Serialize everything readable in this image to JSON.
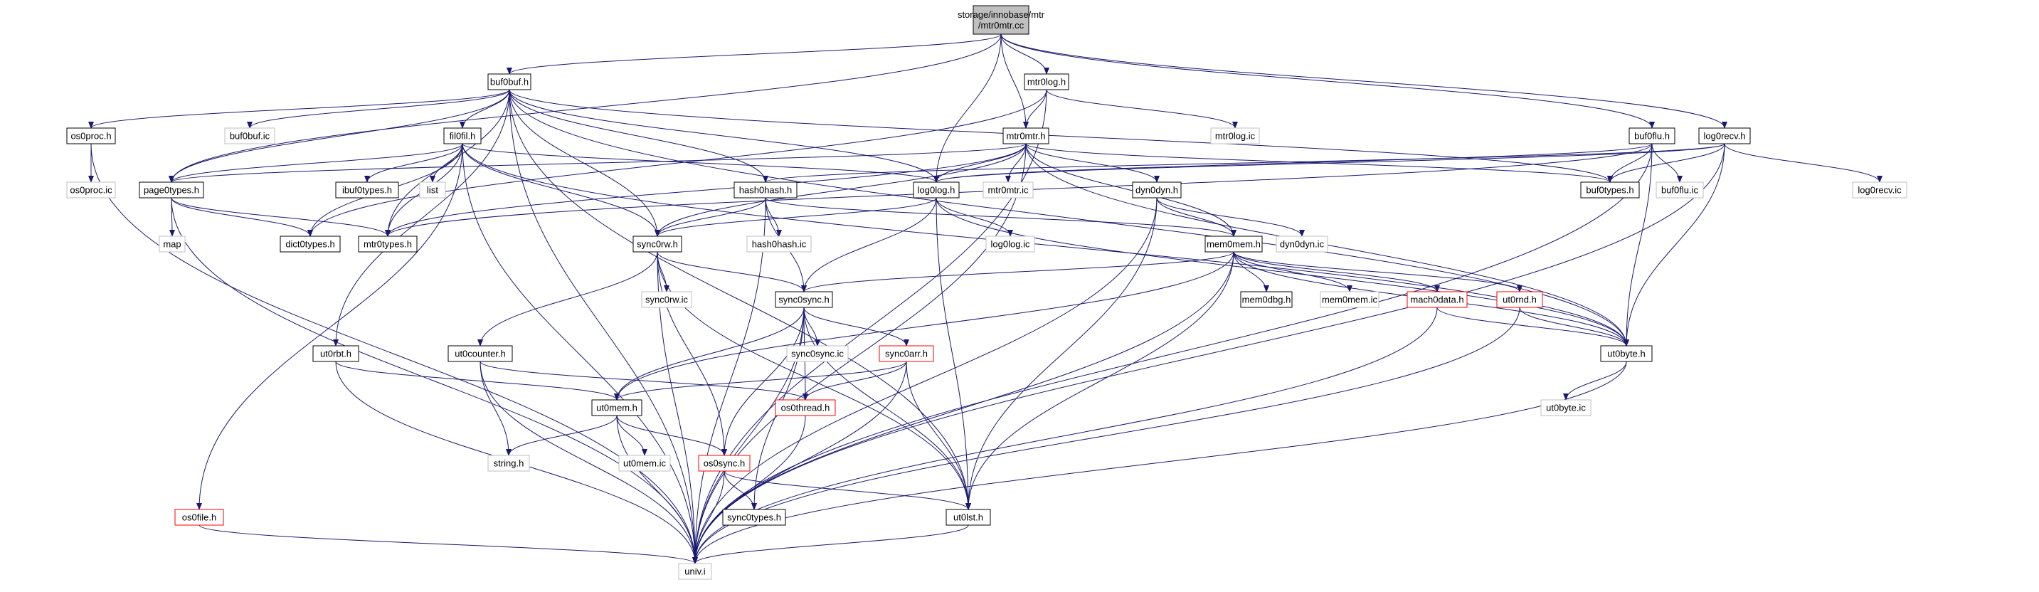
{
  "diagram": {
    "title": "storage/innobase/mtr/mtr0mtr.cc include dependency graph",
    "colors": {
      "edge": "#191970",
      "border_default": "#000000",
      "border_external": "#bfbfbf",
      "border_truncated": "#ff0000",
      "root_fill": "#bfbfbf",
      "node_fill": "#ffffff",
      "text": "#000000"
    },
    "nodes": [
      {
        "id": "root",
        "lines": [
          "storage/innobase/mtr",
          "/mtr0mtr.cc"
        ],
        "style": "root"
      },
      {
        "id": "buf0buf_h",
        "lines": [
          "buf0buf.h"
        ],
        "style": "normal"
      },
      {
        "id": "mtr0log_h",
        "lines": [
          "mtr0log.h"
        ],
        "style": "normal"
      },
      {
        "id": "os0proc_h",
        "lines": [
          "os0proc.h"
        ],
        "style": "normal"
      },
      {
        "id": "buf0buf_ic",
        "lines": [
          "buf0buf.ic"
        ],
        "style": "external"
      },
      {
        "id": "fil0fil_h",
        "lines": [
          "fil0fil.h"
        ],
        "style": "normal"
      },
      {
        "id": "mtr0mtr_h",
        "lines": [
          "mtr0mtr.h"
        ],
        "style": "normal"
      },
      {
        "id": "mtr0log_ic",
        "lines": [
          "mtr0log.ic"
        ],
        "style": "external"
      },
      {
        "id": "buf0flu_h",
        "lines": [
          "buf0flu.h"
        ],
        "style": "normal"
      },
      {
        "id": "log0recv_h",
        "lines": [
          "log0recv.h"
        ],
        "style": "normal"
      },
      {
        "id": "os0proc_ic",
        "lines": [
          "os0proc.ic"
        ],
        "style": "external"
      },
      {
        "id": "page0types_h",
        "lines": [
          "page0types.h"
        ],
        "style": "normal"
      },
      {
        "id": "ibuf0types_h",
        "lines": [
          "ibuf0types.h"
        ],
        "style": "normal"
      },
      {
        "id": "list",
        "lines": [
          "list"
        ],
        "style": "external"
      },
      {
        "id": "hash0hash_h",
        "lines": [
          "hash0hash.h"
        ],
        "style": "normal"
      },
      {
        "id": "log0log_h",
        "lines": [
          "log0log.h"
        ],
        "style": "normal"
      },
      {
        "id": "mtr0mtr_ic",
        "lines": [
          "mtr0mtr.ic"
        ],
        "style": "external"
      },
      {
        "id": "dyn0dyn_h",
        "lines": [
          "dyn0dyn.h"
        ],
        "style": "normal"
      },
      {
        "id": "buf0types_h",
        "lines": [
          "buf0types.h"
        ],
        "style": "normal"
      },
      {
        "id": "buf0flu_ic",
        "lines": [
          "buf0flu.ic"
        ],
        "style": "external"
      },
      {
        "id": "log0recv_ic",
        "lines": [
          "log0recv.ic"
        ],
        "style": "external"
      },
      {
        "id": "map",
        "lines": [
          "map"
        ],
        "style": "external"
      },
      {
        "id": "dict0types_h",
        "lines": [
          "dict0types.h"
        ],
        "style": "normal"
      },
      {
        "id": "mtr0types_h",
        "lines": [
          "mtr0types.h"
        ],
        "style": "normal"
      },
      {
        "id": "hash0hash_ic",
        "lines": [
          "hash0hash.ic"
        ],
        "style": "external"
      },
      {
        "id": "sync0rw_h",
        "lines": [
          "sync0rw.h"
        ],
        "style": "normal"
      },
      {
        "id": "log0log_ic",
        "lines": [
          "log0log.ic"
        ],
        "style": "external"
      },
      {
        "id": "dyn0dyn_ic",
        "lines": [
          "dyn0dyn.ic"
        ],
        "style": "external"
      },
      {
        "id": "mem0mem_h",
        "lines": [
          "mem0mem.h"
        ],
        "style": "normal"
      },
      {
        "id": "sync0rw_ic",
        "lines": [
          "sync0rw.ic"
        ],
        "style": "external"
      },
      {
        "id": "sync0sync_h",
        "lines": [
          "sync0sync.h"
        ],
        "style": "normal"
      },
      {
        "id": "mem0dbg_h",
        "lines": [
          "mem0dbg.h"
        ],
        "style": "normal"
      },
      {
        "id": "mem0mem_ic",
        "lines": [
          "mem0mem.ic"
        ],
        "style": "external"
      },
      {
        "id": "mach0data_h",
        "lines": [
          "mach0data.h"
        ],
        "style": "truncated"
      },
      {
        "id": "ut0rnd_h",
        "lines": [
          "ut0rnd.h"
        ],
        "style": "truncated"
      },
      {
        "id": "ut0rbt_h",
        "lines": [
          "ut0rbt.h"
        ],
        "style": "normal"
      },
      {
        "id": "ut0counter_h",
        "lines": [
          "ut0counter.h"
        ],
        "style": "normal"
      },
      {
        "id": "sync0sync_ic",
        "lines": [
          "sync0sync.ic"
        ],
        "style": "external"
      },
      {
        "id": "sync0arr_h",
        "lines": [
          "sync0arr.h"
        ],
        "style": "truncated"
      },
      {
        "id": "ut0byte_h",
        "lines": [
          "ut0byte.h"
        ],
        "style": "normal"
      },
      {
        "id": "ut0mem_h",
        "lines": [
          "ut0mem.h"
        ],
        "style": "normal"
      },
      {
        "id": "os0thread_h",
        "lines": [
          "os0thread.h"
        ],
        "style": "truncated"
      },
      {
        "id": "ut0byte_ic",
        "lines": [
          "ut0byte.ic"
        ],
        "style": "external"
      },
      {
        "id": "string_h",
        "lines": [
          "string.h"
        ],
        "style": "external"
      },
      {
        "id": "ut0mem_ic",
        "lines": [
          "ut0mem.ic"
        ],
        "style": "external"
      },
      {
        "id": "os0sync_h",
        "lines": [
          "os0sync.h"
        ],
        "style": "truncated"
      },
      {
        "id": "os0file_h",
        "lines": [
          "os0file.h"
        ],
        "style": "truncated"
      },
      {
        "id": "sync0types_h",
        "lines": [
          "sync0types.h"
        ],
        "style": "normal"
      },
      {
        "id": "ut0lst_h",
        "lines": [
          "ut0lst.h"
        ],
        "style": "normal"
      },
      {
        "id": "univ_i",
        "lines": [
          "univ.i"
        ],
        "style": "external"
      }
    ],
    "edges": [
      [
        "root",
        "buf0buf_h"
      ],
      [
        "root",
        "mtr0log_h"
      ],
      [
        "root",
        "mtr0mtr_h"
      ],
      [
        "root",
        "log0log_h"
      ],
      [
        "root",
        "page0types_h"
      ],
      [
        "root",
        "buf0flu_h"
      ],
      [
        "root",
        "log0recv_h"
      ],
      [
        "buf0buf_h",
        "os0proc_h"
      ],
      [
        "buf0buf_h",
        "buf0buf_ic"
      ],
      [
        "buf0buf_h",
        "fil0fil_h"
      ],
      [
        "buf0buf_h",
        "page0types_h"
      ],
      [
        "buf0buf_h",
        "univ_i"
      ],
      [
        "buf0buf_h",
        "hash0hash_h"
      ],
      [
        "buf0buf_h",
        "log0log_h"
      ],
      [
        "buf0buf_h",
        "mtr0types_h"
      ],
      [
        "buf0buf_h",
        "ut0rbt_h"
      ],
      [
        "buf0buf_h",
        "buf0types_h"
      ],
      [
        "buf0buf_h",
        "ut0byte_h"
      ],
      [
        "buf0buf_h",
        "sync0rw_h"
      ],
      [
        "buf0buf_h",
        "ut0lst_h"
      ],
      [
        "os0proc_h",
        "os0proc_ic"
      ],
      [
        "os0proc_h",
        "univ_i"
      ],
      [
        "mtr0log_h",
        "mtr0log_ic"
      ],
      [
        "mtr0log_h",
        "mtr0mtr_h"
      ],
      [
        "mtr0log_h",
        "dict0types_h"
      ],
      [
        "mtr0log_h",
        "univ_i"
      ],
      [
        "fil0fil_h",
        "dict0types_h"
      ],
      [
        "fil0fil_h",
        "ibuf0types_h"
      ],
      [
        "fil0fil_h",
        "list"
      ],
      [
        "fil0fil_h",
        "log0log_h"
      ],
      [
        "fil0fil_h",
        "os0file_h"
      ],
      [
        "fil0fil_h",
        "univ_i"
      ],
      [
        "fil0fil_h",
        "mtr0types_h"
      ],
      [
        "fil0fil_h",
        "page0types_h"
      ],
      [
        "fil0fil_h",
        "sync0rw_h"
      ],
      [
        "fil0fil_h",
        "ut0byte_h"
      ],
      [
        "mtr0mtr_h",
        "mtr0mtr_ic"
      ],
      [
        "mtr0mtr_h",
        "log0log_h"
      ],
      [
        "mtr0mtr_h",
        "dyn0dyn_h"
      ],
      [
        "mtr0mtr_h",
        "buf0types_h"
      ],
      [
        "mtr0mtr_h",
        "mem0mem_h"
      ],
      [
        "mtr0mtr_h",
        "sync0rw_h"
      ],
      [
        "mtr0mtr_h",
        "mtr0types_h"
      ],
      [
        "mtr0mtr_h",
        "page0types_h"
      ],
      [
        "mtr0mtr_h",
        "ut0byte_h"
      ],
      [
        "mtr0mtr_h",
        "univ_i"
      ],
      [
        "buf0flu_h",
        "buf0flu_ic"
      ],
      [
        "buf0flu_h",
        "buf0types_h"
      ],
      [
        "buf0flu_h",
        "log0log_h"
      ],
      [
        "buf0flu_h",
        "mtr0types_h"
      ],
      [
        "buf0flu_h",
        "ut0byte_h"
      ],
      [
        "buf0flu_h",
        "univ_i"
      ],
      [
        "log0recv_h",
        "log0recv_ic"
      ],
      [
        "log0recv_h",
        "buf0types_h"
      ],
      [
        "log0recv_h",
        "hash0hash_h"
      ],
      [
        "log0recv_h",
        "log0log_h"
      ],
      [
        "log0recv_h",
        "ut0byte_h"
      ],
      [
        "log0recv_h",
        "univ_i"
      ],
      [
        "page0types_h",
        "map"
      ],
      [
        "page0types_h",
        "dict0types_h"
      ],
      [
        "page0types_h",
        "mtr0types_h"
      ],
      [
        "page0types_h",
        "univ_i"
      ],
      [
        "hash0hash_h",
        "hash0hash_ic"
      ],
      [
        "hash0hash_h",
        "sync0rw_h"
      ],
      [
        "hash0hash_h",
        "sync0sync_h"
      ],
      [
        "hash0hash_h",
        "mem0mem_h"
      ],
      [
        "hash0hash_h",
        "univ_i"
      ],
      [
        "log0log_h",
        "log0log_ic"
      ],
      [
        "log0log_h",
        "sync0sync_h"
      ],
      [
        "log0log_h",
        "sync0rw_h"
      ],
      [
        "log0log_h",
        "ut0byte_h"
      ],
      [
        "log0log_h",
        "ut0lst_h"
      ],
      [
        "dyn0dyn_h",
        "dyn0dyn_ic"
      ],
      [
        "dyn0dyn_h",
        "mem0mem_h"
      ],
      [
        "dyn0dyn_h",
        "ut0lst_h"
      ],
      [
        "dyn0dyn_h",
        "univ_i"
      ],
      [
        "sync0rw_h",
        "sync0rw_ic"
      ],
      [
        "sync0rw_h",
        "sync0sync_h"
      ],
      [
        "sync0rw_h",
        "ut0counter_h"
      ],
      [
        "sync0rw_h",
        "os0sync_h"
      ],
      [
        "sync0rw_h",
        "ut0lst_h"
      ],
      [
        "sync0rw_h",
        "univ_i"
      ],
      [
        "mem0mem_h",
        "mem0dbg_h"
      ],
      [
        "mem0mem_h",
        "mem0mem_ic"
      ],
      [
        "mem0mem_h",
        "mach0data_h"
      ],
      [
        "mem0mem_h",
        "ut0rnd_h"
      ],
      [
        "mem0mem_h",
        "ut0byte_h"
      ],
      [
        "mem0mem_h",
        "sync0sync_h"
      ],
      [
        "mem0mem_h",
        "ut0mem_h"
      ],
      [
        "mem0mem_h",
        "ut0lst_h"
      ],
      [
        "mem0mem_h",
        "univ_i"
      ],
      [
        "sync0sync_h",
        "sync0sync_ic"
      ],
      [
        "sync0sync_h",
        "sync0arr_h"
      ],
      [
        "sync0sync_h",
        "os0thread_h"
      ],
      [
        "sync0sync_h",
        "ut0mem_h"
      ],
      [
        "sync0sync_h",
        "os0sync_h"
      ],
      [
        "sync0sync_h",
        "sync0types_h"
      ],
      [
        "sync0sync_h",
        "ut0lst_h"
      ],
      [
        "sync0sync_h",
        "univ_i"
      ],
      [
        "mach0data_h",
        "ut0byte_h"
      ],
      [
        "mach0data_h",
        "univ_i"
      ],
      [
        "ut0rnd_h",
        "ut0byte_h"
      ],
      [
        "ut0rnd_h",
        "univ_i"
      ],
      [
        "ut0rbt_h",
        "ut0mem_h"
      ],
      [
        "ut0rbt_h",
        "univ_i"
      ],
      [
        "ut0counter_h",
        "string_h"
      ],
      [
        "ut0counter_h",
        "os0thread_h"
      ],
      [
        "ut0counter_h",
        "univ_i"
      ],
      [
        "sync0arr_h",
        "ut0mem_h"
      ],
      [
        "sync0arr_h",
        "os0thread_h"
      ],
      [
        "sync0arr_h",
        "ut0lst_h"
      ],
      [
        "sync0arr_h",
        "univ_i"
      ],
      [
        "ut0byte_h",
        "ut0byte_ic"
      ],
      [
        "ut0byte_h",
        "univ_i"
      ],
      [
        "ut0mem_h",
        "string_h"
      ],
      [
        "ut0mem_h",
        "ut0mem_ic"
      ],
      [
        "ut0mem_h",
        "os0sync_h"
      ],
      [
        "ut0mem_h",
        "univ_i"
      ],
      [
        "os0thread_h",
        "univ_i"
      ],
      [
        "os0sync_h",
        "sync0types_h"
      ],
      [
        "os0sync_h",
        "ut0lst_h"
      ],
      [
        "os0sync_h",
        "univ_i"
      ],
      [
        "os0file_h",
        "univ_i"
      ],
      [
        "ut0lst_h",
        "univ_i"
      ]
    ]
  }
}
